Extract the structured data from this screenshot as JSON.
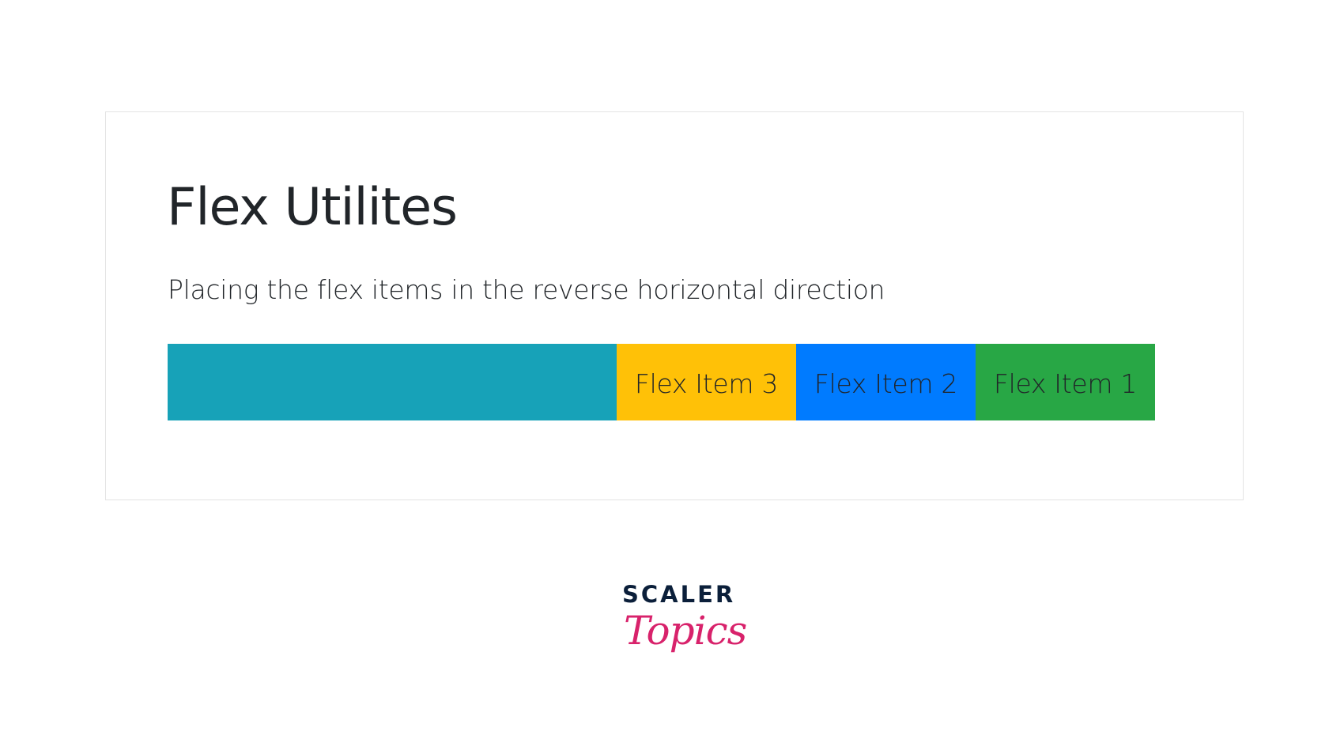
{
  "card": {
    "title": "Flex Utilites",
    "subtitle": "Placing the flex items in the reverse horizontal direction"
  },
  "flex_container": {
    "direction": "row-reverse",
    "background_color": "#17a2b8",
    "items": [
      {
        "label": "Flex Item 1",
        "color": "#28a745"
      },
      {
        "label": "Flex Item 2",
        "color": "#007bff"
      },
      {
        "label": "Flex Item 3",
        "color": "#ffc107"
      }
    ]
  },
  "logo": {
    "line1": "SCALER",
    "line2": "Topics",
    "line1_color": "#0b1f3a",
    "line2_color": "#d8226b"
  }
}
